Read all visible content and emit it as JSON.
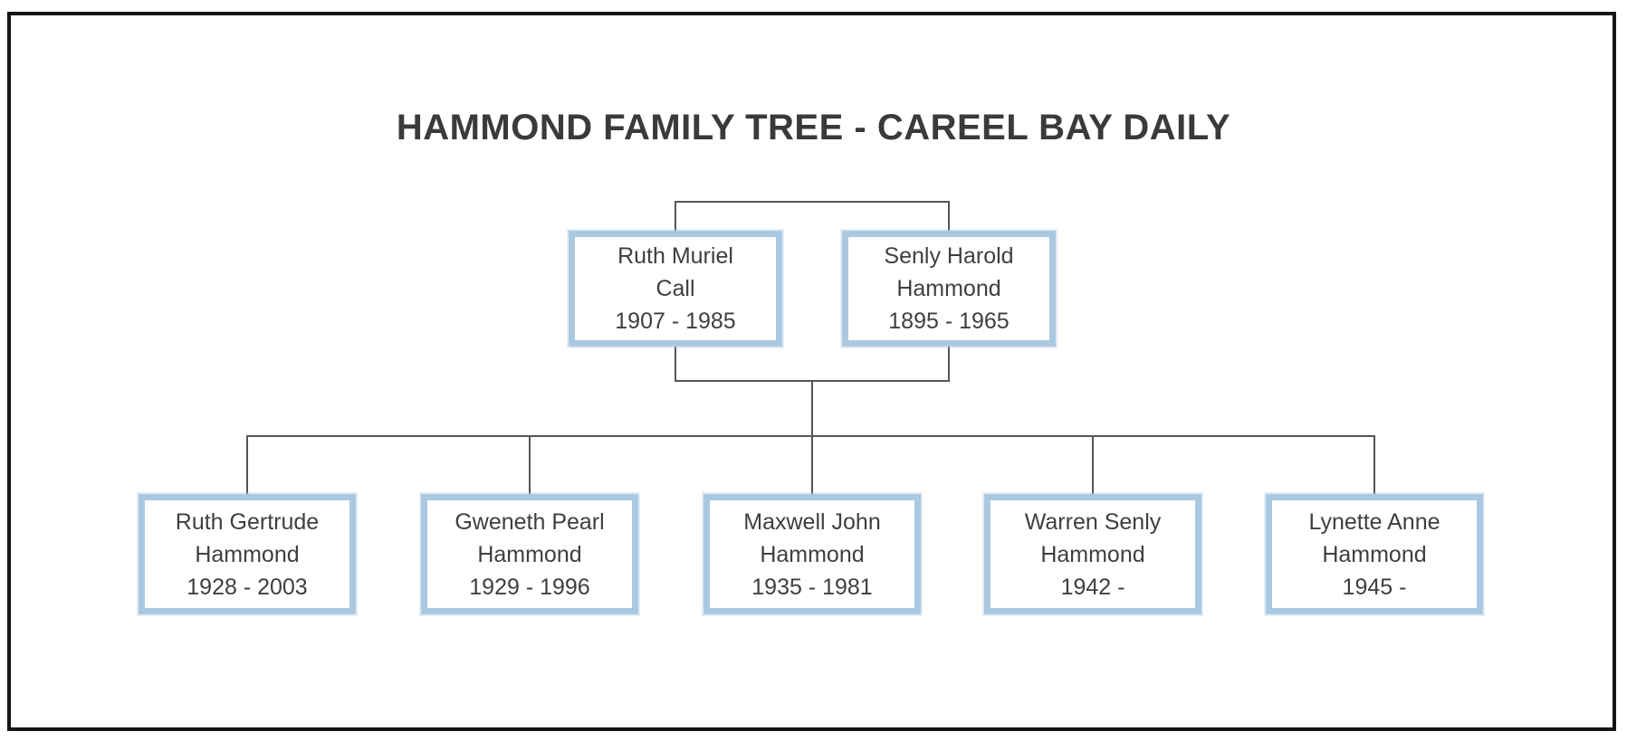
{
  "title": "HAMMOND FAMILY TREE - CAREEL BAY DAILY",
  "colors": {
    "background": "#ffffff",
    "frame": "#151515",
    "box_border": "#abc8e1",
    "connector_line": "#555555",
    "title_text": "#3a3a3a",
    "box_text": "#3f3f3f"
  },
  "parents": [
    {
      "name": "Ruth Muriel Call",
      "years": "1907 - 1985",
      "lines": [
        "Ruth Muriel",
        "Call",
        "1907 - 1985"
      ]
    },
    {
      "name": "Senly Harold Hammond",
      "years": "1895 - 1965",
      "lines": [
        "Senly Harold",
        "Hammond",
        "1895 - 1965"
      ]
    }
  ],
  "children": [
    {
      "name": "Ruth Gertrude Hammond",
      "years": "1928 - 2003",
      "lines": [
        "Ruth Gertrude",
        "Hammond",
        "1928 - 2003"
      ]
    },
    {
      "name": "Gweneth Pearl Hammond",
      "years": "1929 - 1996",
      "lines": [
        "Gweneth Pearl",
        "Hammond",
        "1929 - 1996"
      ]
    },
    {
      "name": "Maxwell John Hammond",
      "years": "1935 - 1981",
      "lines": [
        "Maxwell John",
        "Hammond",
        "1935 - 1981"
      ]
    },
    {
      "name": "Warren Senly Hammond",
      "years": "1942 -",
      "lines": [
        "Warren Senly",
        "Hammond",
        "1942 -"
      ]
    },
    {
      "name": "Lynette Anne Hammond",
      "years": "1945 -",
      "lines": [
        "Lynette Anne",
        "Hammond",
        "1945 -"
      ]
    }
  ]
}
